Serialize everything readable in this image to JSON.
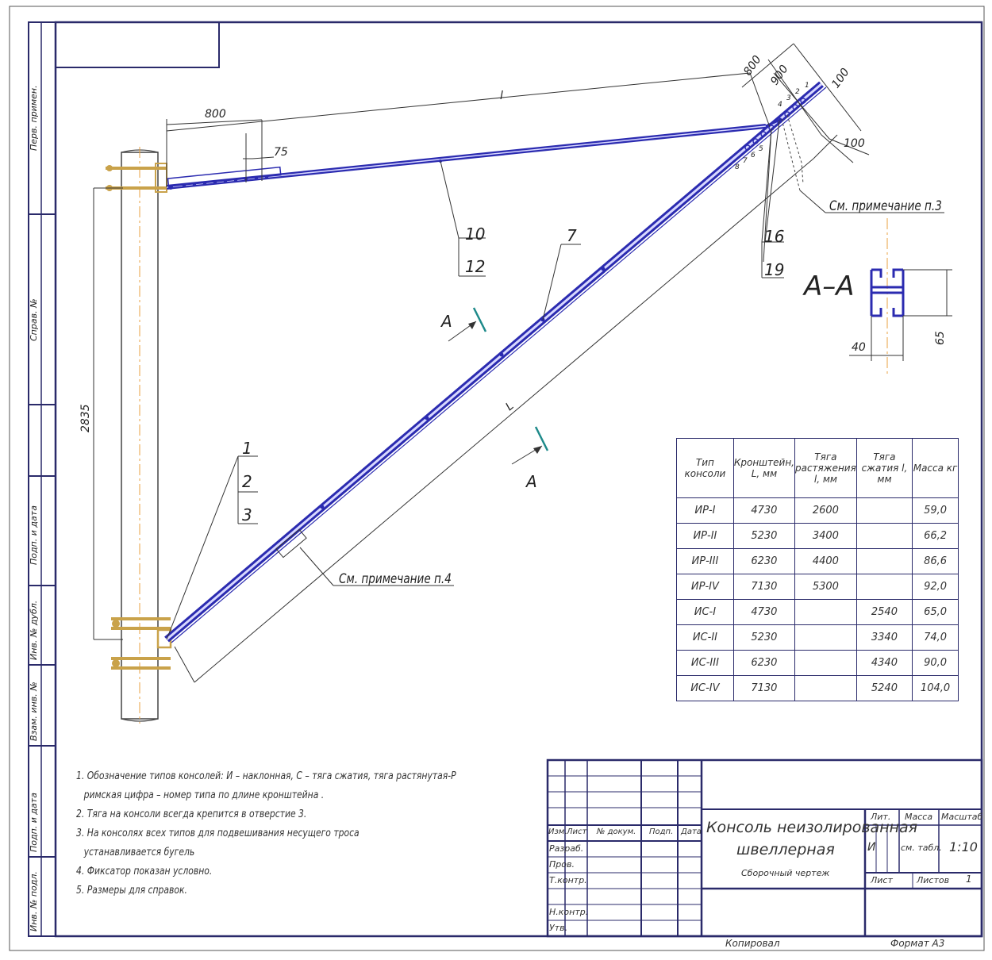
{
  "side_stamp": [
    "Перв. примен.",
    "Справ. №",
    "Подп. и дата",
    "Инв. № дубл.",
    "Взам. инв. №",
    "Подп. и дата",
    "Инв. № подл."
  ],
  "dimensions": {
    "top_800_left": "800",
    "l_top": "l",
    "d_75": "75",
    "top_800_right": "800",
    "d_900": "900",
    "d_100_a": "100",
    "d_100_b": "100",
    "height_2835": "2835",
    "L_diag": "L",
    "aa_40": "40",
    "aa_65": "65"
  },
  "hole_numbers": [
    "1",
    "2",
    "3",
    "4",
    "5",
    "6",
    "7",
    "8"
  ],
  "callouts": {
    "c10": "10",
    "c12": "12",
    "c7": "7",
    "c16": "16",
    "c19": "19",
    "c1": "1",
    "c2": "2",
    "c3": "3"
  },
  "notes_refs": {
    "note3": "См. примечание п.3",
    "note4": "См. примечание п.4"
  },
  "section": {
    "title": "А–А",
    "marker_a1": "А",
    "marker_a2": "А"
  },
  "table": {
    "headers": [
      "Тип консоли",
      "Кронштейн, L, мм",
      "Тяга растяжения l, мм",
      "Тяга сжатия l, мм",
      "Масса кг"
    ],
    "rows": [
      [
        "ИР-I",
        "4730",
        "2600",
        "",
        "59,0"
      ],
      [
        "ИР-II",
        "5230",
        "3400",
        "",
        "66,2"
      ],
      [
        "ИР-III",
        "6230",
        "4400",
        "",
        "86,6"
      ],
      [
        "ИР-IV",
        "7130",
        "5300",
        "",
        "92,0"
      ],
      [
        "ИС-I",
        "4730",
        "",
        "2540",
        "65,0"
      ],
      [
        "ИС-II",
        "5230",
        "",
        "3340",
        "74,0"
      ],
      [
        "ИС-III",
        "6230",
        "",
        "4340",
        "90,0"
      ],
      [
        "ИС-IV",
        "7130",
        "",
        "5240",
        "104,0"
      ]
    ]
  },
  "notes": [
    "1. Обозначение типов консолей: И – наклонная, С – тяга сжатия, тяга растянутая-Р",
    "   римская цифра – номер типа по длине кронштейна .",
    "2. Тяга на консоли всегда крепится в отверстие 3.",
    "3. На консолях всех типов для подвешивания несущего троса",
    "   устанавливается бугель",
    "4. Фиксатор показан условно.",
    "5. Размеры для справок."
  ],
  "title_block": {
    "col_headers": [
      "Изм.",
      "Лист",
      "№ докум.",
      "Подп.",
      "Дата"
    ],
    "row_labels": [
      "Разраб.",
      "Пров.",
      "Т.контр.",
      "",
      "Н.контр.",
      "Утв."
    ],
    "title_line1": "Консоль неизолированная",
    "title_line2": "швеллерная",
    "subtitle": "Сборочный чертеж",
    "lit_label": "Лит.",
    "mass_label": "Масса",
    "scale_label": "Масштаб",
    "lit_value": "И",
    "mass_value": "см. табл.",
    "scale_value": "1:10",
    "sheet_label": "Лист",
    "sheets_label": "Листов",
    "sheets_value": "1"
  },
  "footer": {
    "copied": "Копировал",
    "format": "Формат   А3"
  }
}
